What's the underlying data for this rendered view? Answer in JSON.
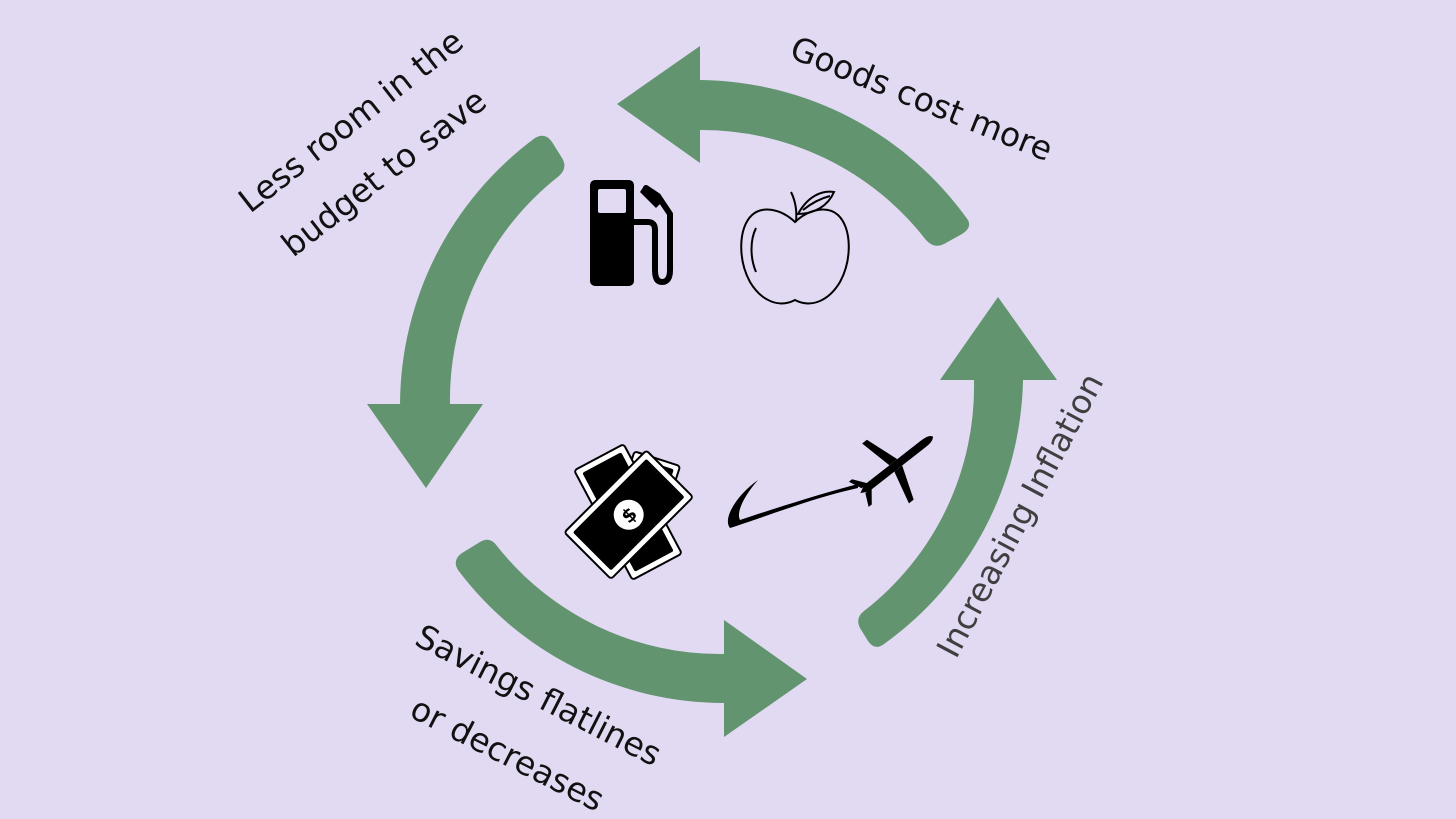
{
  "diagram": {
    "type": "cycle",
    "colors": {
      "background": "#e2d9f3",
      "arrow": "#62956f",
      "text": "#111111",
      "icon": "#000000"
    },
    "stages": [
      {
        "id": "inflation",
        "label": "Increasing Inflation"
      },
      {
        "id": "goods",
        "label": "Goods cost more"
      },
      {
        "id": "budget",
        "label_lines": [
          "Less room in the",
          "budget to save"
        ]
      },
      {
        "id": "savings",
        "label_lines": [
          "Savings flatlines",
          "or decreases"
        ]
      }
    ],
    "icons": [
      {
        "name": "fuel-pump-icon"
      },
      {
        "name": "apple-icon"
      },
      {
        "name": "money-icon"
      },
      {
        "name": "airplane-icon"
      }
    ]
  }
}
